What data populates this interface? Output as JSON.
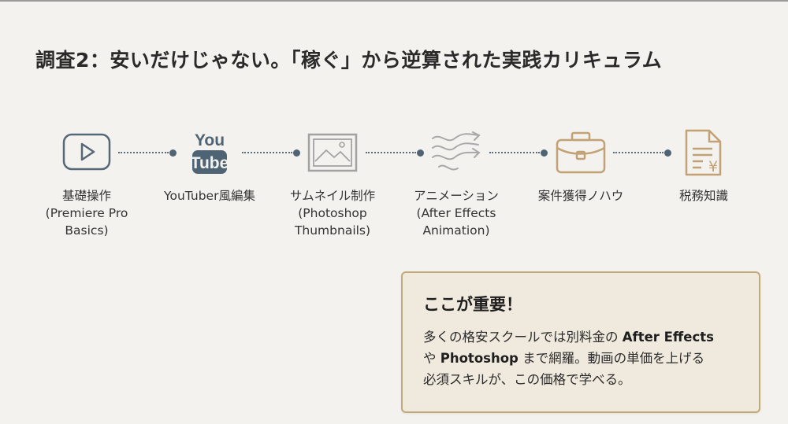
{
  "title": "調査2：安いだけじゃない。「稼ぐ」から逆算された実践カリキュラム",
  "colors": {
    "background": "#f4f2ee",
    "slate_icon": "#4e6373",
    "gray_icon": "#9e9e9e",
    "gold_icon": "#c2a274",
    "connector": "#4e6373",
    "callout_bg": "#f0e9dd",
    "callout_border": "#c2a97a"
  },
  "steps": [
    {
      "icon": "play-button-icon",
      "label_line1": "基礎操作",
      "label_line2": "(Premiere Pro",
      "label_line3": "Basics)"
    },
    {
      "icon": "youtube-logo-icon",
      "logo_top": "You",
      "logo_bottom": "Tube",
      "label_line1": "YouTuber風編集",
      "label_line2": "",
      "label_line3": ""
    },
    {
      "icon": "image-picture-icon",
      "label_line1": "サムネイル制作",
      "label_line2": "(Photoshop",
      "label_line3": "Thumbnails)"
    },
    {
      "icon": "wave-arrows-icon",
      "label_line1": "アニメーション",
      "label_line2": "(After Effects",
      "label_line3": "Animation)"
    },
    {
      "icon": "briefcase-icon",
      "label_line1": "案件獲得ノハウ",
      "label_line2": "",
      "label_line3": ""
    },
    {
      "icon": "document-yen-icon",
      "yen_symbol": "¥",
      "label_line1": "税務知識",
      "label_line2": "",
      "label_line3": ""
    }
  ],
  "callout": {
    "heading": "ここが重要！",
    "line1_pre": "多くの格安スクールでは別料金の ",
    "line1_bold": "After Effects",
    "line2_pre": "や ",
    "line2_bold": "Photoshop",
    "line2_post": " まで網羅。動画の単価を上げる",
    "line3": "必須スキルが、この価格で学べる。"
  }
}
